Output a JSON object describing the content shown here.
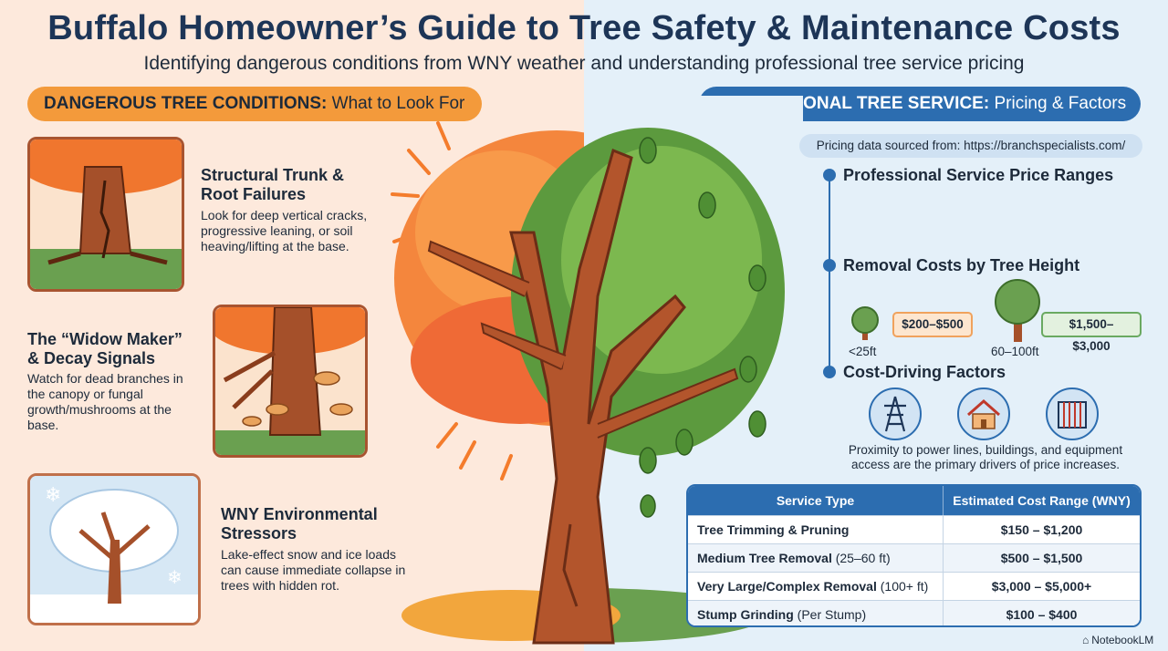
{
  "title": "Buffalo Homeowner’s Guide to Tree Safety & Maintenance Costs",
  "subtitle": "Identifying dangerous conditions from WNY weather and understanding professional tree service pricing",
  "left_header": {
    "bold": "DANGEROUS TREE CONDITIONS:",
    "rest": " What to Look For"
  },
  "right_header": {
    "bold": "PROFESSIONAL TREE SERVICE:",
    "rest": " Pricing & Factors"
  },
  "conditions": [
    {
      "title_line1": "Structural Trunk &",
      "title_line2": "Root Failures",
      "desc": "Look for deep vertical cracks, progressive leaning, or soil heaving/lifting at the base."
    },
    {
      "title_line1": "The “Widow Maker”",
      "title_line2": "& Decay Signals",
      "desc": "Watch for dead branches in the canopy or fungal growth/mushrooms at the base."
    },
    {
      "title_line1": "WNY Environmental",
      "title_line2": "Stressors",
      "desc": "Lake-effect snow and ice loads can cause immediate collapse in trees with hidden rot."
    }
  ],
  "source_note": "Pricing data sourced from: https://branchspecialists.com/",
  "sections": {
    "price_ranges": "Professional Service Price Ranges",
    "removal_by_height": "Removal Costs by Tree Height",
    "cost_factors": "Cost-Driving Factors"
  },
  "height_costs": [
    {
      "height": "<25ft",
      "price": "$200–$500"
    },
    {
      "height": "60–100ft",
      "price": "$1,500–$3,000"
    }
  ],
  "factor_icons": [
    "power-lines-icon",
    "house-icon",
    "equipment-access-icon"
  ],
  "factor_text": "Proximity to power lines, buildings, and equipment access are the primary drivers of price increases.",
  "table": {
    "headers": [
      "Service Type",
      "Estimated Cost Range (WNY)"
    ],
    "rows": [
      {
        "service": "Tree Trimming & Pruning",
        "detail": "",
        "cost": "$150 – $1,200"
      },
      {
        "service": "Medium Tree Removal",
        "detail": " (25–60 ft)",
        "cost": "$500 – $1,500"
      },
      {
        "service": "Very Large/Complex Removal",
        "detail": " (100+ ft)",
        "cost": "$3,000 – $5,000+"
      },
      {
        "service": "Stump Grinding",
        "detail": " (Per Stump)",
        "cost": "$100 – $400"
      }
    ]
  },
  "brand": "NotebookLM",
  "colors": {
    "orange": "#f39a3b",
    "blue": "#2c6db0",
    "navy": "#1d3557",
    "left_bg": "#fde9dc",
    "right_bg": "#e4f0f9"
  }
}
